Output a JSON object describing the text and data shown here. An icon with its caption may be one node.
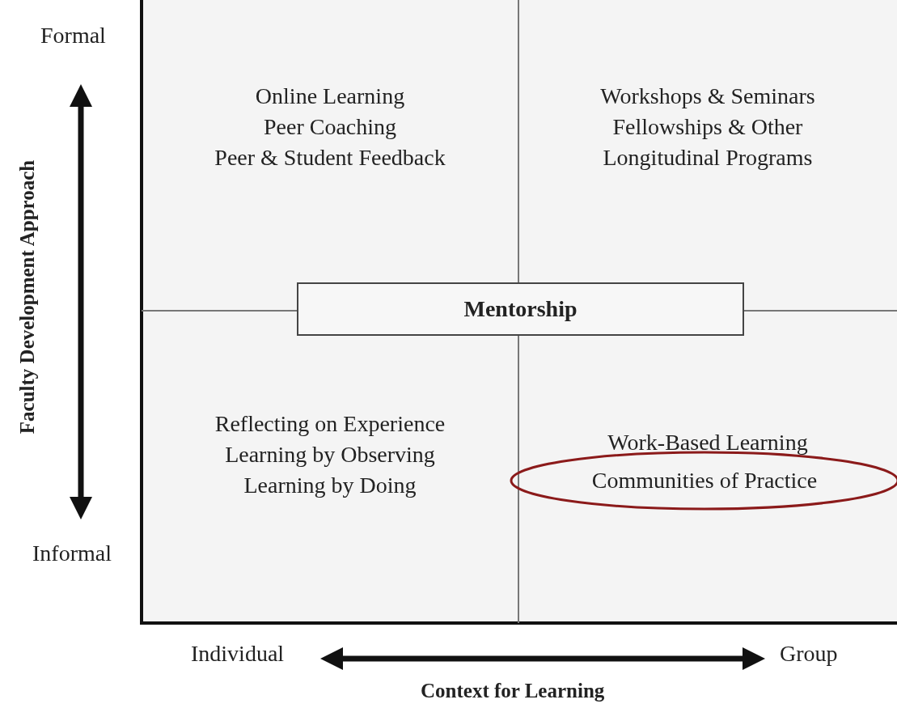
{
  "diagram": {
    "nodes": [
      {
        "text": [
          "Online Learning",
          "Peer Coaching",
          "Peer & Student Feedback"
        ]
      },
      {
        "text": [
          "Workshops & Seminars",
          "Fellowships & Other Longitudinal Programs"
        ]
      },
      {
        "text": [
          "Reflecting on Experience",
          "Learning by Observing",
          "Learning by Doing"
        ]
      },
      {
        "text": [
          "Work-Based Learning"
        ]
      },
      {
        "text": [
          "Mentorship"
        ]
      },
      {
        "text": [
          "Communities of Practice"
        ]
      }
    ],
    "edges": [],
    "labels": [
      "Formal",
      "Faculty Development Approach",
      "Informal",
      "Individual",
      "Group",
      "Context for Learning"
    ]
  }
}
